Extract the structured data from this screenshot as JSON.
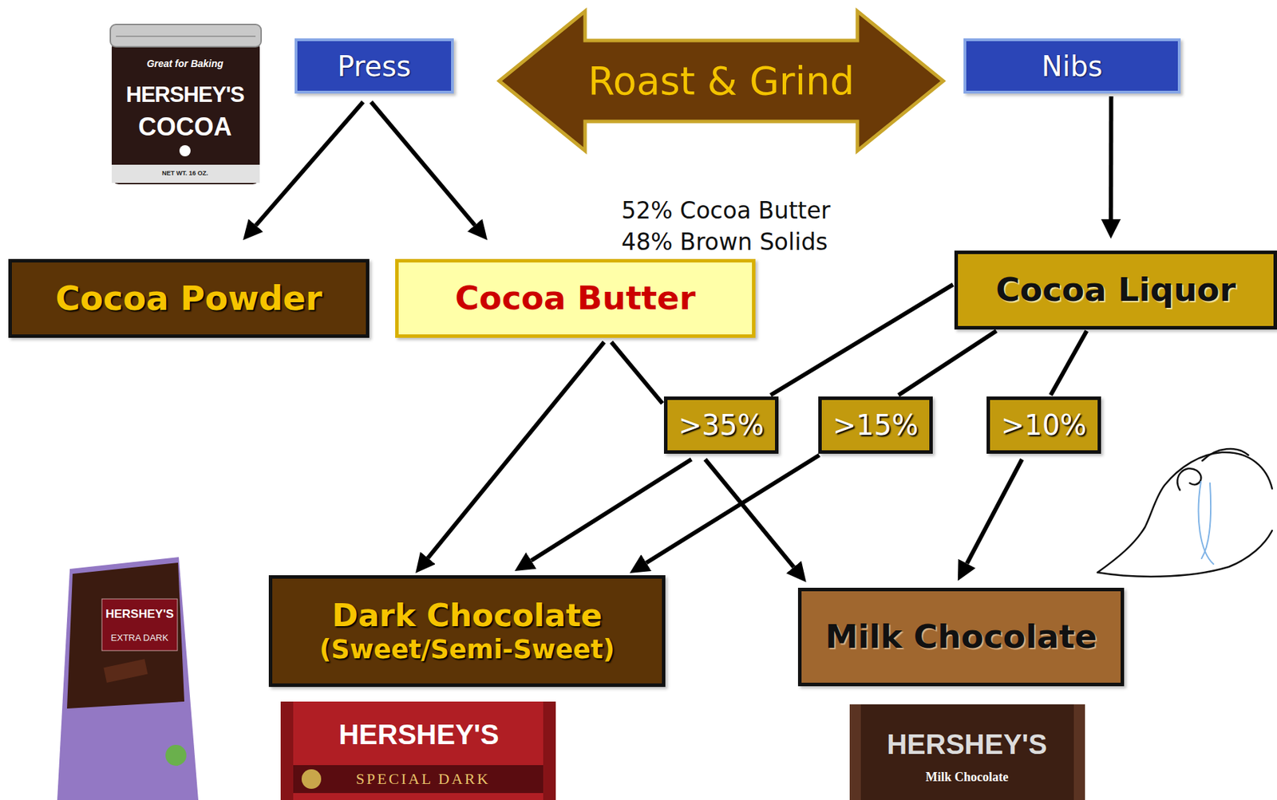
{
  "diagram": {
    "nodes": [
      {
        "text": [
          "Press"
        ]
      },
      {
        "text": [
          "Roast & Grind"
        ]
      },
      {
        "text": [
          "Nibs"
        ]
      },
      {
        "text": [
          "Cocoa Powder"
        ]
      },
      {
        "text": [
          "Cocoa Butter"
        ]
      },
      {
        "text": [
          "Cocoa Liquor"
        ]
      },
      {
        "text": [
          ">35%"
        ]
      },
      {
        "text": [
          ">15%"
        ]
      },
      {
        "text": [
          ">10%"
        ]
      },
      {
        "text": [
          "Dark Chocolate",
          "(Sweet/Semi-Sweet)"
        ]
      },
      {
        "text": [
          "Milk Chocolate"
        ]
      }
    ],
    "edges": [
      {
        "from": 0,
        "to": 3,
        "arrow": "to"
      },
      {
        "from": 0,
        "to": 4,
        "arrow": "to"
      },
      {
        "from": 2,
        "to": 5,
        "arrow": "to"
      },
      {
        "from": 4,
        "to": 9,
        "arrow": "to"
      },
      {
        "from": 4,
        "to": 6,
        "arrow": "none"
      },
      {
        "from": 5,
        "to": 6,
        "arrow": "none"
      },
      {
        "from": 5,
        "to": 7,
        "arrow": "none"
      },
      {
        "from": 5,
        "to": 8,
        "arrow": "none"
      },
      {
        "from": 6,
        "to": 9,
        "arrow": "to"
      },
      {
        "from": 6,
        "to": 10,
        "arrow": "to"
      },
      {
        "from": 7,
        "to": 9,
        "arrow": "to"
      },
      {
        "from": 8,
        "to": 10,
        "arrow": "to"
      }
    ],
    "labels": [
      "52% Cocoa Butter",
      "48% Brown Solids",
      "Great for Baking",
      "HERSHEY'S",
      "COCOA",
      "NET WT. 16 OZ.",
      "HERSHEY'S",
      "EXTRA DARK",
      "HERSHEY'S",
      "SPECIAL DARK",
      "HERSHEY'S",
      "Milk Chocolate"
    ]
  }
}
